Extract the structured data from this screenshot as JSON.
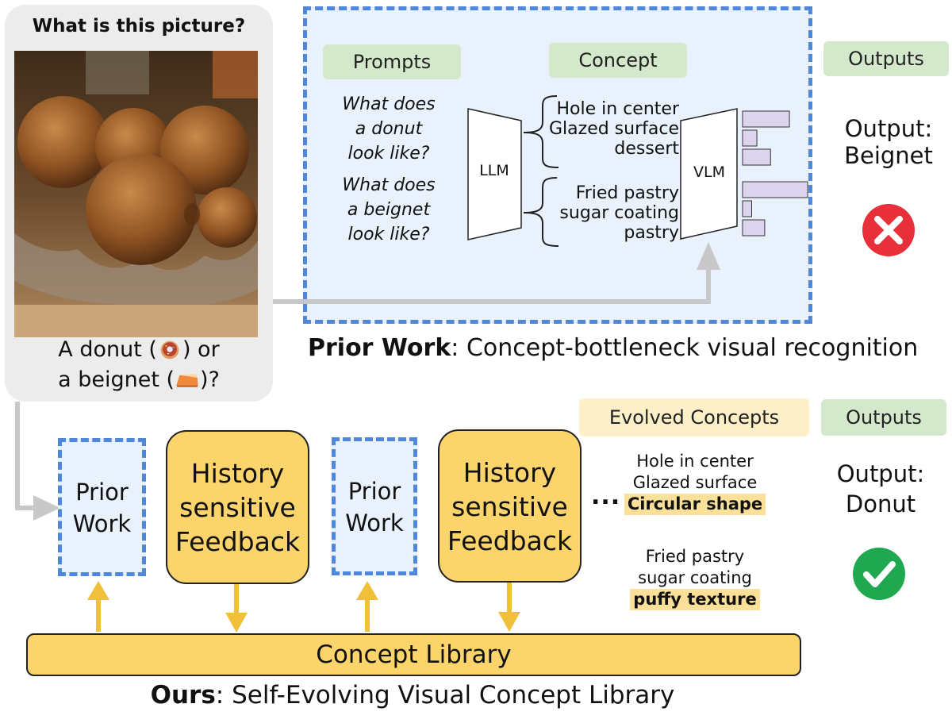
{
  "question_card": {
    "title": "What is this picture?",
    "caption_line1_pre": "A donut (",
    "caption_line1_post": ") or",
    "caption_line2_pre": "a beignet (",
    "caption_line2_post": ")?"
  },
  "prior_work_panel": {
    "prompts_label": "Prompts",
    "concept_label": "Concept",
    "outputs_label": "Outputs",
    "prompt_1": [
      "What does",
      "a donut",
      "look like?"
    ],
    "prompt_2": [
      "What does",
      "a beignet",
      "look like?"
    ],
    "llm_label": "LLM",
    "vlm_label": "VLM",
    "concepts_1": [
      "Hole in center",
      "Glazed surface",
      "dessert"
    ],
    "concepts_2": [
      "Fried pastry",
      "sugar coating",
      "pastry"
    ],
    "output_lines": [
      "Output:",
      "Beignet"
    ],
    "score_bars": [
      0.72,
      0.22,
      0.43,
      1.0,
      0.14,
      0.34
    ],
    "result_icon": "red-x-icon",
    "colors": {
      "panel_border": "#4f87db",
      "panel_fill": "#e8f1fc",
      "pill_green": "#d4e8cc",
      "bar_fill": "#ddd4ee",
      "wrong": "#e8303a"
    }
  },
  "prior_caption": {
    "bold": "Prior Work",
    "rest": ": Concept-bottleneck visual recognition"
  },
  "ours": {
    "prior_box_1": [
      "Prior",
      "Work"
    ],
    "history_box_1": [
      "History",
      "sensitive",
      "Feedback"
    ],
    "prior_box_2": [
      "Prior",
      "Work"
    ],
    "history_box_2": [
      "History",
      "sensitive",
      "Feedback"
    ],
    "ellipsis": "...",
    "evolved_label": "Evolved Concepts",
    "outputs_label": "Outputs",
    "evolved_1": [
      "Hole in center",
      "Glazed surface"
    ],
    "evolved_1_highlight": "Circular shape",
    "evolved_2": [
      "Fried pastry",
      "sugar coating"
    ],
    "evolved_2_highlight": "puffy texture",
    "output_lines": [
      "Output:",
      "Donut"
    ],
    "result_icon": "green-check-icon",
    "library_label": "Concept Library",
    "colors": {
      "box_yellow": "#fbd46b",
      "evolved_pill": "#fdf0c8",
      "arrow_yellow": "#f0c03a",
      "correct": "#1fa84f"
    }
  },
  "ours_caption": {
    "bold": "Ours",
    "rest": ": Self-Evolving Visual Concept Library"
  }
}
